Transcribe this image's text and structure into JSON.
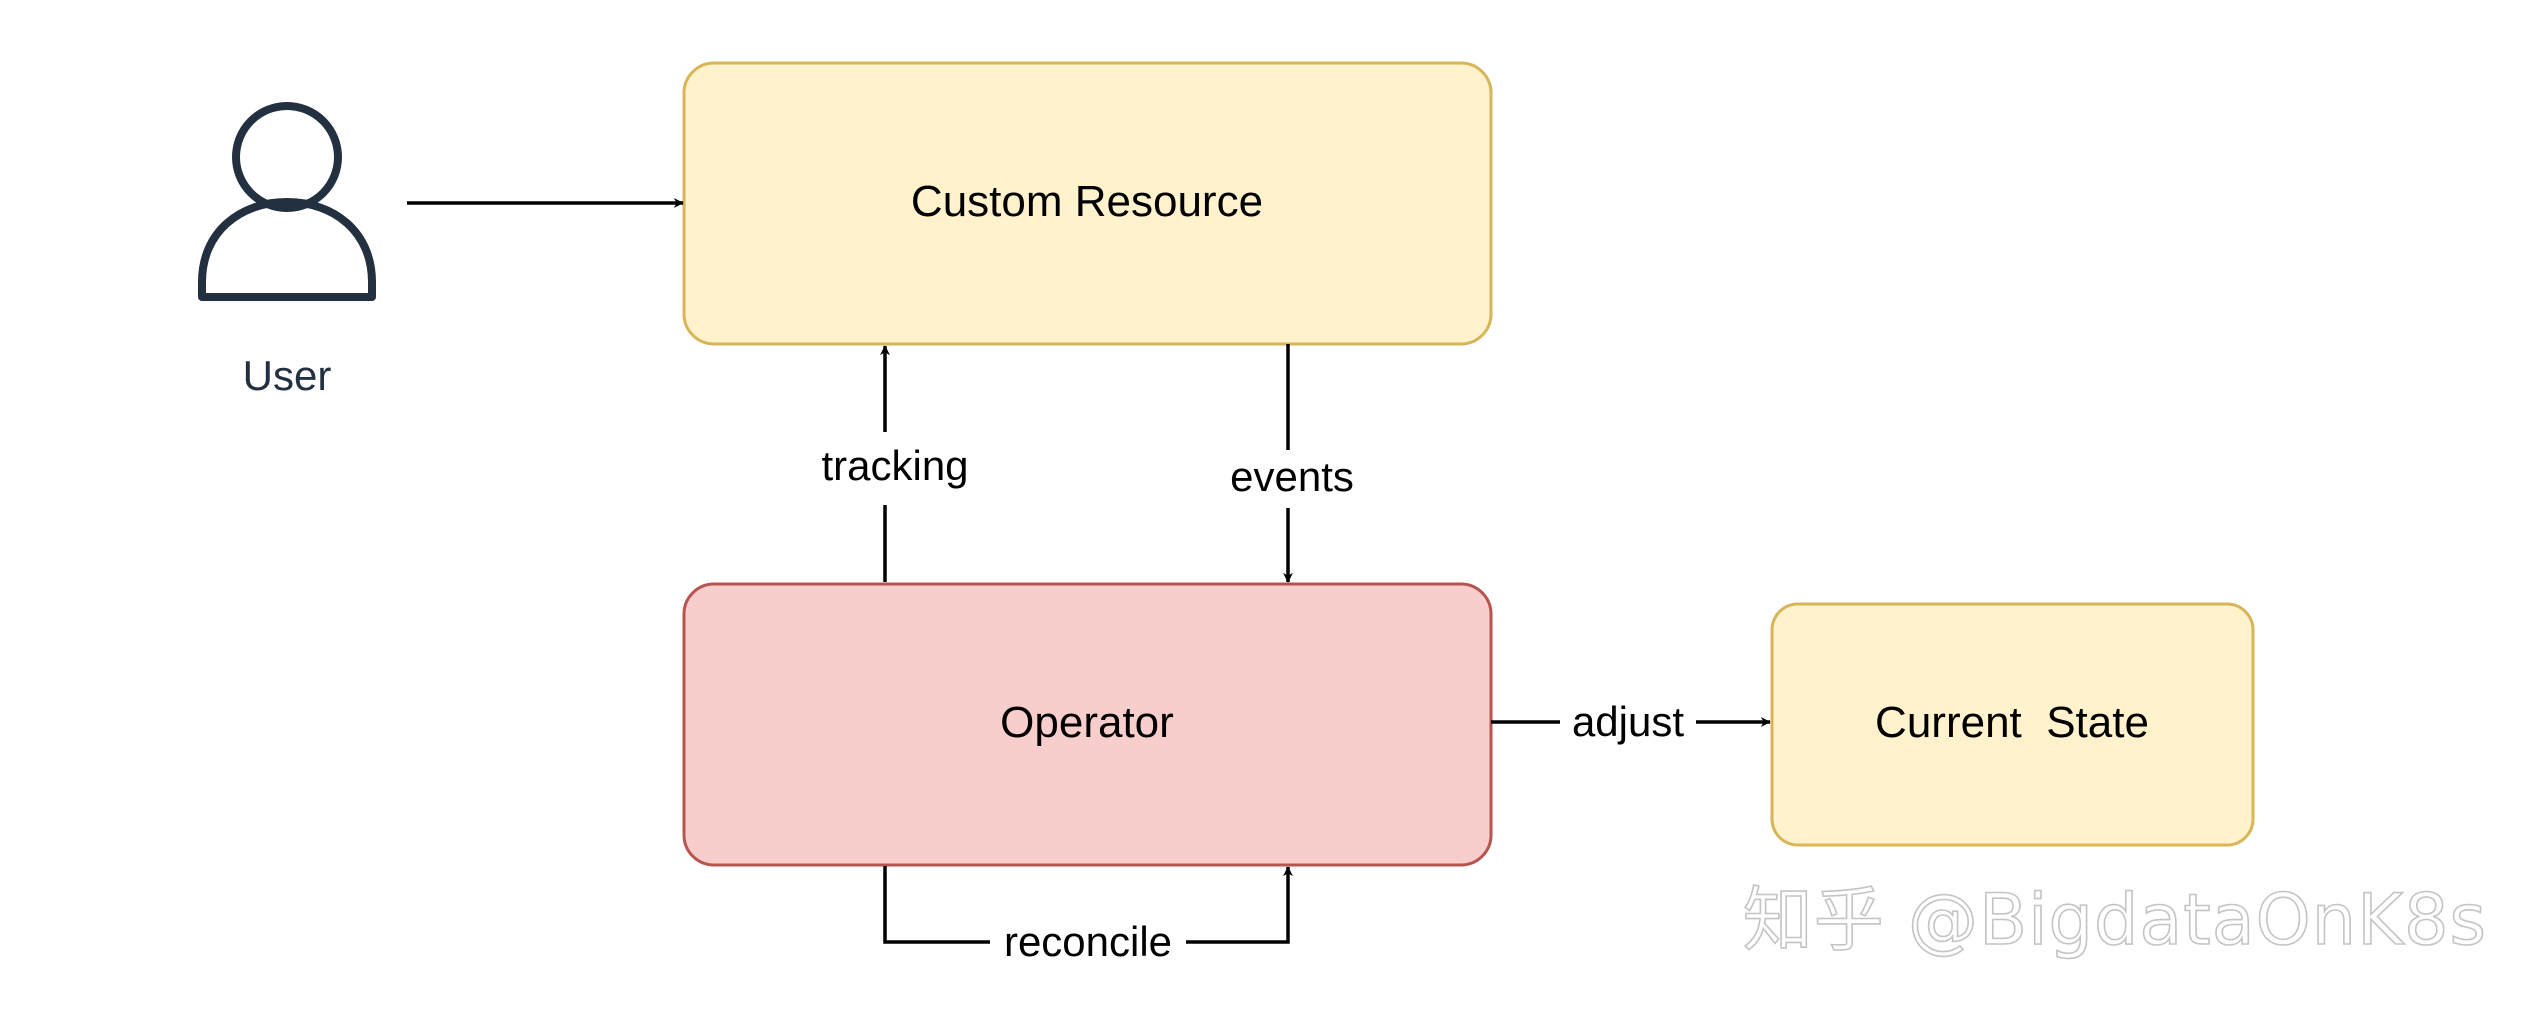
{
  "colors": {
    "yellow_fill": "#fff2cc",
    "yellow_stroke": "#d6b656",
    "red_fill": "#f8cecc",
    "red_stroke": "#b85450",
    "user_icon": "#23303f",
    "edge": "#000000",
    "watermark": "#c4c4c4"
  },
  "actor": {
    "icon": "user-icon",
    "label": "User"
  },
  "nodes": {
    "custom_resource": "Custom Resource",
    "operator": "Operator",
    "current_state": "Current  State"
  },
  "edges": {
    "tracking": "tracking",
    "events": "events",
    "adjust": "adjust",
    "reconcile": "reconcile"
  },
  "watermark": "知乎 @BigdataOnK8s"
}
